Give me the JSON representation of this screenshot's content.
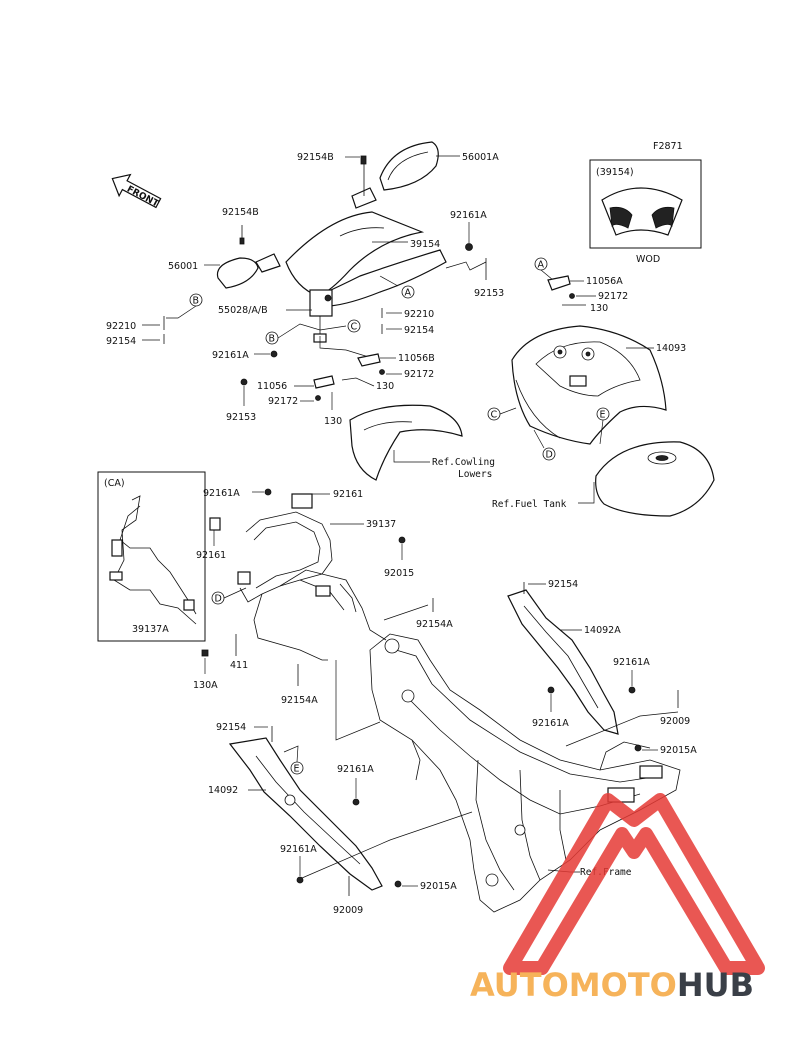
{
  "diagram_code": "F2871",
  "front_label": "FRONT",
  "inset_top": {
    "code": "(39154)",
    "note": "WOD"
  },
  "inset_left": {
    "code": "(CA)",
    "part": "39137A"
  },
  "circle_refs": [
    "A",
    "B",
    "C",
    "D",
    "E"
  ],
  "parts": {
    "p92154B_top": "92154B",
    "p56001A": "56001A",
    "p92154B_left": "92154B",
    "p39154": "39154",
    "p92161A_top": "92161A",
    "p56001": "56001",
    "p92153_top": "92153",
    "p11056A": "11056A",
    "p92172_r": "92172",
    "p130_r": "130",
    "p55028": "55028/A/B",
    "p92210_r": "92210",
    "p92154_r": "92154",
    "p92210_l": "92210",
    "p92154_l": "92154",
    "p92161A_l": "92161A",
    "p11056B": "11056B",
    "p92172_c": "92172",
    "p11056": "11056",
    "p130_c": "130",
    "p92172_l": "92172",
    "p92153_l": "92153",
    "p130_b": "130",
    "p14093": "14093",
    "p92161A_m": "92161A",
    "p92161": "92161",
    "p39137": "39137",
    "p92161_l": "92161",
    "p92015": "92015",
    "p92154_rr": "92154",
    "p14092A": "14092A",
    "p92154A_r": "92154A",
    "p411": "411",
    "p130A": "130A",
    "p92154A_c": "92154A",
    "p92161A_rr": "92161A",
    "p92161A_rm": "92161A",
    "p92009_r": "92009",
    "p92015A_r": "92015A",
    "p92154_ll": "92154",
    "p92161A_ll": "92161A",
    "p14092": "14092",
    "p92161A_lb": "92161A",
    "p92015A_l": "92015A",
    "p92009_l": "92009"
  },
  "references": {
    "cowling_line1": "Ref.Cowling",
    "cowling_line2": "Lowers",
    "fuel_tank": "Ref.Fuel Tank",
    "frame": "Ref.Frame"
  },
  "watermark": {
    "part1": "AUTOMOTO",
    "part2": "HUB",
    "color1": "#f6b35a",
    "color2": "#3a3f47",
    "logo_color": "#e53935"
  }
}
